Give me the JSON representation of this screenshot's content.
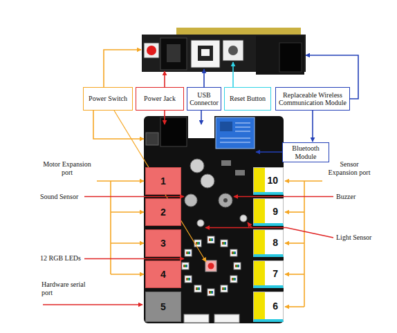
{
  "diagram": {
    "nodes": [
      {
        "text": [
          "Power Switch"
        ]
      },
      {
        "text": [
          "Power Jack"
        ]
      },
      {
        "text": [
          "USB Connector"
        ]
      },
      {
        "text": [
          "Reset Button"
        ]
      },
      {
        "text": [
          "Replaceable Wireless Communication Module"
        ]
      },
      {
        "text": [
          "Bluetooth Module"
        ]
      },
      {
        "text": [
          "1"
        ]
      },
      {
        "text": [
          "2"
        ]
      },
      {
        "text": [
          "3"
        ]
      },
      {
        "text": [
          "4"
        ]
      },
      {
        "text": [
          "5"
        ]
      },
      {
        "text": [
          "6"
        ]
      },
      {
        "text": [
          "7"
        ]
      },
      {
        "text": [
          "8"
        ]
      },
      {
        "text": [
          "9"
        ]
      },
      {
        "text": [
          "10"
        ]
      }
    ],
    "labels": [
      "Motor Expansion port",
      "Sound Sensor",
      "12 RGB LEDs",
      "Hardware serial port",
      "Sensor Expansion port",
      "Buzzer",
      "Light Sensor"
    ]
  }
}
